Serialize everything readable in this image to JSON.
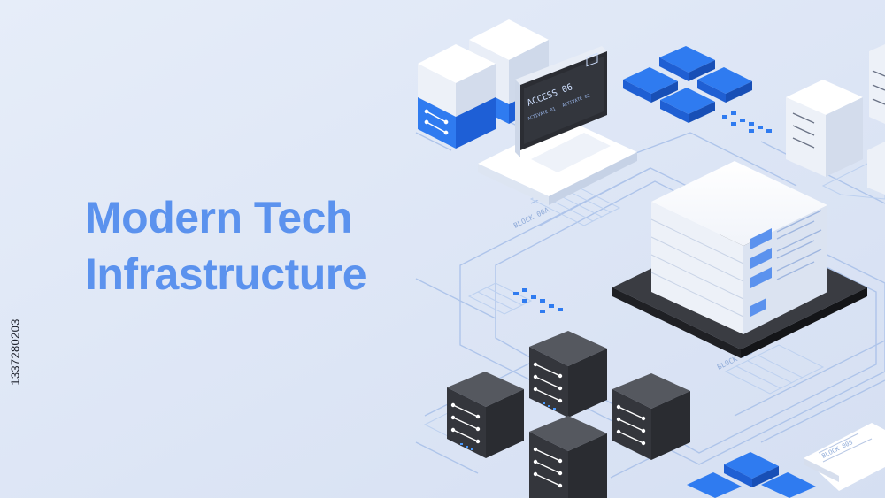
{
  "headline": {
    "line1": "Modern Tech",
    "line2": "Infrastructure"
  },
  "stock_id": "1337280203",
  "monitor": {
    "title": "ACCESS 06",
    "line_a": "ACTIVATE 01",
    "line_b": "ACTIVATE 02"
  },
  "tags": {
    "block_left": "BLOCK 00A",
    "block_right": "BLOCK 00S",
    "block_bottom": "BLOCK 00S"
  },
  "colors": {
    "background": "#dfe7f6",
    "headline": "#5b92ee",
    "accent_blue": "#2f7bf0",
    "dark_server": "#3d3f45",
    "line": "#aec4ea"
  },
  "icons": [
    "server-rack-icon",
    "monitor-icon",
    "blue-tile-icon",
    "image-placeholder-icon"
  ]
}
